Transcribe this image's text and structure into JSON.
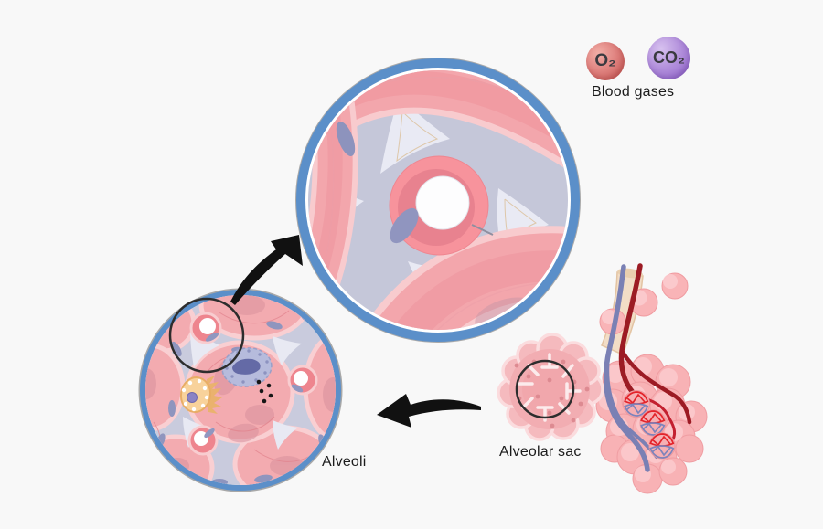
{
  "legend": {
    "o2_label": "O₂",
    "co2_label": "CO₂",
    "caption": "Blood gases"
  },
  "callouts": {
    "alveoli_label": "Alveoli",
    "alveolar_sac_label": "Alveolar sac"
  },
  "colors": {
    "background": "#f8f8f8",
    "label-text": "#1c1c1c",
    "ring-blue": "#5b8fc9",
    "o2-red": "#c65956",
    "co2-purple": "#9165cb",
    "tissue-pink": "#f3a6ac",
    "tissue-pink-light": "#f8cbce",
    "septa-lavender": "#c5c7d9",
    "nucleus-purple": "#8f95be",
    "artery-red": "#9c1b24",
    "vein-blue": "#7a80b4",
    "capillary-net-red": "#e3242b",
    "arrow-black": "#111111",
    "dust-cell-yellow": "#f8d29b",
    "macrophage-lavender": "#b6bbdc"
  }
}
